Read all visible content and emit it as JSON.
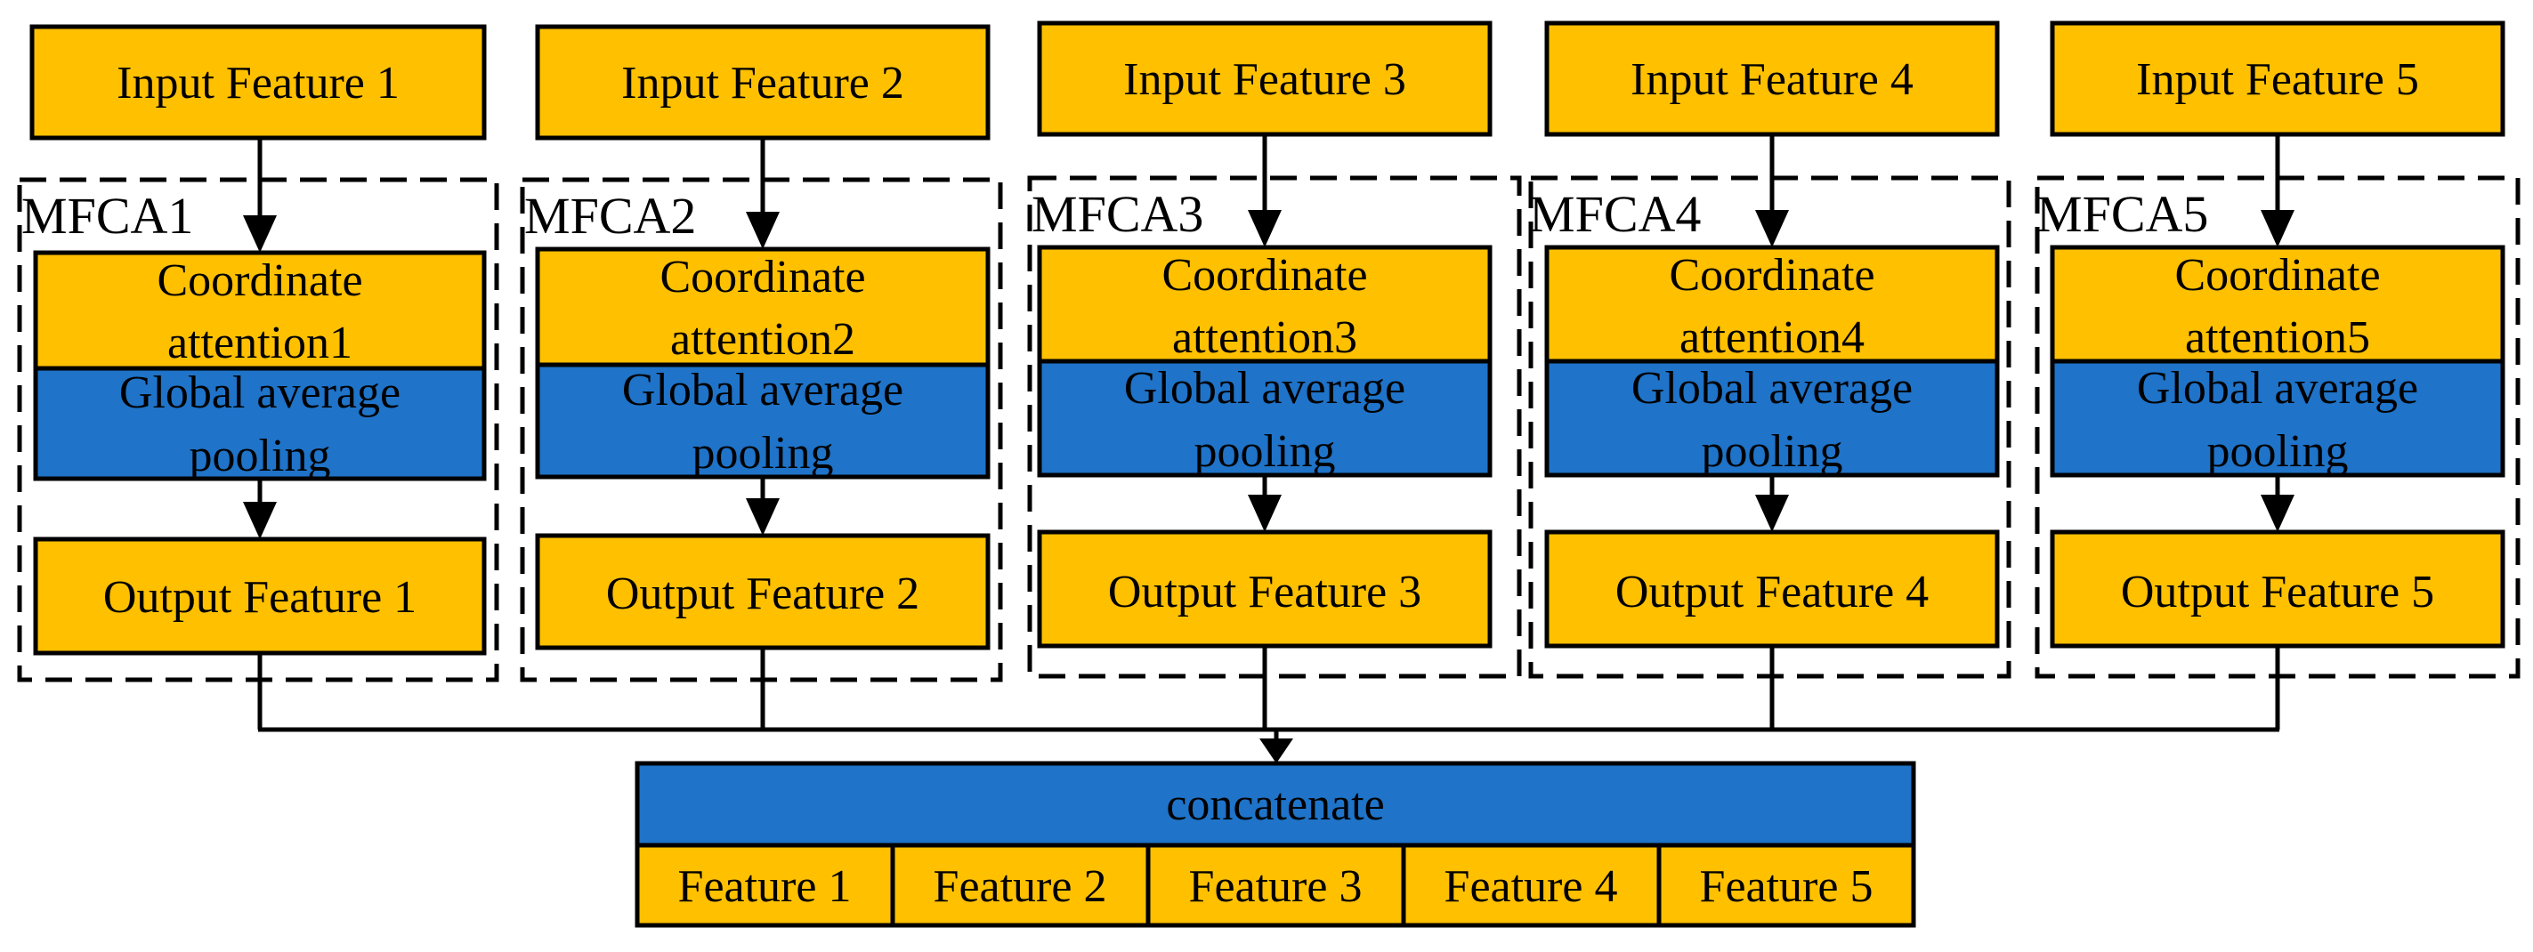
{
  "colors": {
    "feature_fill": "#FFC000",
    "pooling_fill": "#1F73C8",
    "line": "#000000"
  },
  "modules": [
    {
      "input": "Input Feature 1",
      "label": "MFCA1",
      "attention": [
        "Coordinate",
        "attention1"
      ],
      "pooling": [
        "Global average",
        "pooling"
      ],
      "output": "Output Feature 1"
    },
    {
      "input": "Input Feature 2",
      "label": "MFCA2",
      "attention": [
        "Coordinate",
        "attention2"
      ],
      "pooling": [
        "Global average",
        "pooling"
      ],
      "output": "Output Feature 2"
    },
    {
      "input": "Input Feature 3",
      "label": "MFCA3",
      "attention": [
        "Coordinate",
        "attention3"
      ],
      "pooling": [
        "Global average",
        "pooling"
      ],
      "output": "Output Feature 3"
    },
    {
      "input": "Input Feature 4",
      "label": "MFCA4",
      "attention": [
        "Coordinate",
        "attention4"
      ],
      "pooling": [
        "Global average",
        "pooling"
      ],
      "output": "Output Feature 4"
    },
    {
      "input": "Input Feature 5",
      "label": "MFCA5",
      "attention": [
        "Coordinate",
        "attention5"
      ],
      "pooling": [
        "Global average",
        "pooling"
      ],
      "output": "Output Feature 5"
    }
  ],
  "concat": {
    "label": "concatenate",
    "features": [
      "Feature 1",
      "Feature 2",
      "Feature 3",
      "Feature 4",
      "Feature 5"
    ]
  }
}
